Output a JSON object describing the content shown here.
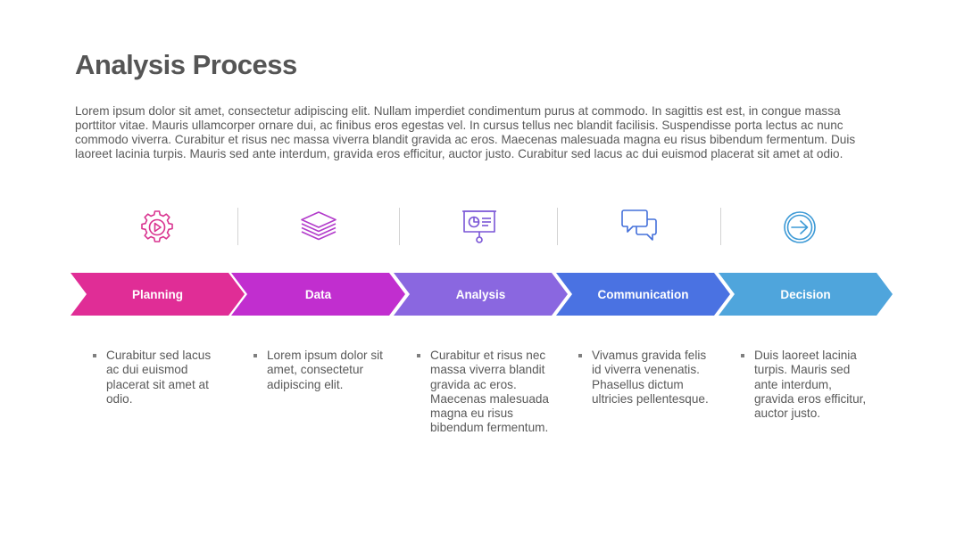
{
  "title": "Analysis Process",
  "intro": "Lorem ipsum dolor sit amet, consectetur adipiscing elit. Nullam imperdiet condimentum purus at commodo. In sagittis est est, in congue massa porttitor vitae. Mauris ullamcorper ornare dui, ac finibus eros egestas vel. In cursus tellus nec blandit facilisis. Suspendisse porta lectus ac nunc commodo viverra. Curabitur et risus nec massa viverra blandit gravida ac eros. Maecenas malesuada magna eu risus bibendum fermentum. Duis laoreet lacinia turpis. Mauris sed ante interdum, gravida eros efficitur, auctor justo. Curabitur sed lacus ac dui euismod placerat sit amet at odio.",
  "steps": [
    {
      "label": "Planning",
      "icon": "gear-play-icon",
      "color": "#E02D96",
      "bullet": "Curabitur sed lacus ac dui euismod placerat sit amet at odio."
    },
    {
      "label": "Data",
      "icon": "layers-icon",
      "color": "#C12ECF",
      "bullet": "Lorem ipsum dolor sit amet, consectetur adipiscing elit."
    },
    {
      "label": "Analysis",
      "icon": "presentation-board-icon",
      "color": "#8A67E0",
      "bullet": "Curabitur et risus nec massa viverra blandit gravida ac eros. Maecenas malesuada magna eu risus bibendum fermentum."
    },
    {
      "label": "Communication",
      "icon": "chat-bubbles-icon",
      "color": "#4A72E2",
      "bullet": "Vivamus gravida felis id viverra venenatis. Phasellus dictum ultricies pellentesque."
    },
    {
      "label": "Decision",
      "icon": "arrow-circle-icon",
      "color": "#4FA5DC",
      "bullet": "Duis laoreet lacinia turpis. Mauris sed ante interdum, gravida eros efficitur, auctor justo."
    }
  ]
}
